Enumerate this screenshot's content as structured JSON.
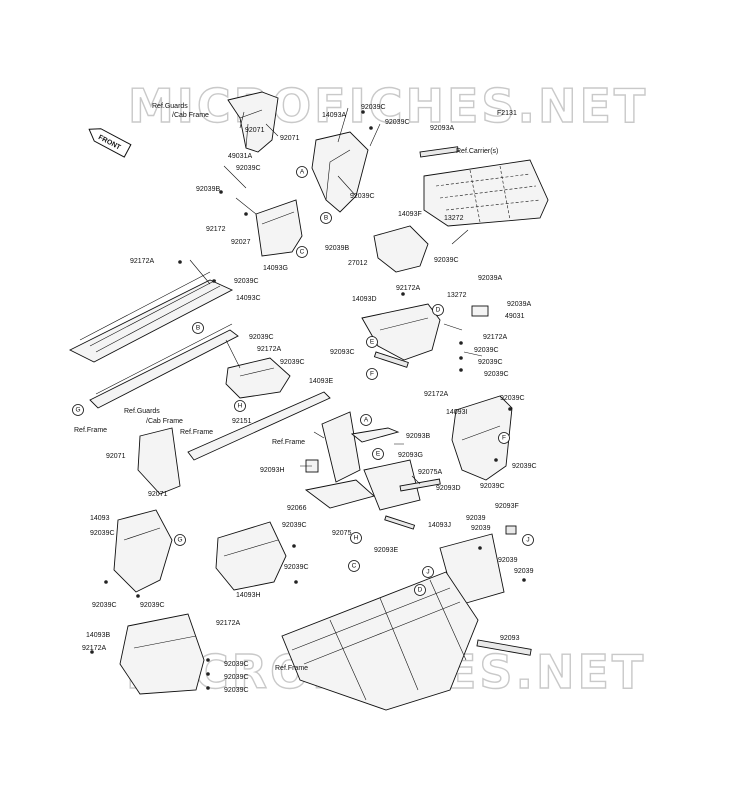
{
  "watermark": "MICROFICHES.NET",
  "front_badge": "FRONT",
  "part_labels": [
    {
      "id": "p1",
      "text": "F2131"
    },
    {
      "id": "p2",
      "text": "14093A"
    },
    {
      "id": "p3",
      "text": "92039C"
    },
    {
      "id": "p4",
      "text": "92039C"
    },
    {
      "id": "p5",
      "text": "92093A"
    },
    {
      "id": "p6",
      "text": "92071"
    },
    {
      "id": "p7",
      "text": "92071"
    },
    {
      "id": "p8",
      "text": "49031A"
    },
    {
      "id": "p9",
      "text": "92039C"
    },
    {
      "id": "p10",
      "text": "92039B"
    },
    {
      "id": "p11",
      "text": "92039C"
    },
    {
      "id": "p12",
      "text": "14093F"
    },
    {
      "id": "p13",
      "text": "13272"
    },
    {
      "id": "p14",
      "text": "92172"
    },
    {
      "id": "p15",
      "text": "92027"
    },
    {
      "id": "p16",
      "text": "92039B"
    },
    {
      "id": "p17",
      "text": "27012"
    },
    {
      "id": "p18",
      "text": "14093G"
    },
    {
      "id": "p19",
      "text": "92039C"
    },
    {
      "id": "p20",
      "text": "92172A"
    },
    {
      "id": "p21",
      "text": "92039C"
    },
    {
      "id": "p22",
      "text": "14093C"
    },
    {
      "id": "p23",
      "text": "92039A"
    },
    {
      "id": "p24",
      "text": "92172A"
    },
    {
      "id": "p25",
      "text": "13272"
    },
    {
      "id": "p26",
      "text": "14093D"
    },
    {
      "id": "p27",
      "text": "92039A"
    },
    {
      "id": "p28",
      "text": "49031"
    },
    {
      "id": "p29",
      "text": "92039C"
    },
    {
      "id": "p30",
      "text": "92172A"
    },
    {
      "id": "p31",
      "text": "92172A"
    },
    {
      "id": "p32",
      "text": "92039C"
    },
    {
      "id": "p33",
      "text": "92039C"
    },
    {
      "id": "p34",
      "text": "92093C"
    },
    {
      "id": "p35",
      "text": "92039C"
    },
    {
      "id": "p36",
      "text": "92039C"
    },
    {
      "id": "p37",
      "text": "14093E"
    },
    {
      "id": "p38",
      "text": "92172A"
    },
    {
      "id": "p39",
      "text": "92151"
    },
    {
      "id": "p40",
      "text": "14093I"
    },
    {
      "id": "p41",
      "text": "92039C"
    },
    {
      "id": "p42",
      "text": "92093B"
    },
    {
      "id": "p43",
      "text": "92071"
    },
    {
      "id": "p44",
      "text": "92093G"
    },
    {
      "id": "p45",
      "text": "92093H"
    },
    {
      "id": "p46",
      "text": "92075A"
    },
    {
      "id": "p47",
      "text": "92039C"
    },
    {
      "id": "p48",
      "text": "92071"
    },
    {
      "id": "p49",
      "text": "92093D"
    },
    {
      "id": "p50",
      "text": "92039C"
    },
    {
      "id": "p51",
      "text": "92066"
    },
    {
      "id": "p52",
      "text": "92093F"
    },
    {
      "id": "p53",
      "text": "14093"
    },
    {
      "id": "p54",
      "text": "92039C"
    },
    {
      "id": "p55",
      "text": "92039"
    },
    {
      "id": "p56",
      "text": "14093J"
    },
    {
      "id": "p57",
      "text": "92039"
    },
    {
      "id": "p58",
      "text": "92075"
    },
    {
      "id": "p59",
      "text": "92039C"
    },
    {
      "id": "p60",
      "text": "92093E"
    },
    {
      "id": "p61",
      "text": "92039"
    },
    {
      "id": "p62",
      "text": "92039C"
    },
    {
      "id": "p63",
      "text": "92039"
    },
    {
      "id": "p64",
      "text": "14093H"
    },
    {
      "id": "p65",
      "text": "92039C"
    },
    {
      "id": "p66",
      "text": "92039C"
    },
    {
      "id": "p67",
      "text": "92172A"
    },
    {
      "id": "p68",
      "text": "14093B"
    },
    {
      "id": "p69",
      "text": "92093"
    },
    {
      "id": "p70",
      "text": "92172A"
    },
    {
      "id": "p71",
      "text": "92039C"
    },
    {
      "id": "p72",
      "text": "92039C"
    },
    {
      "id": "p73",
      "text": "92039C"
    }
  ],
  "references": [
    {
      "id": "r1",
      "text": "Ref.Guards"
    },
    {
      "id": "r2",
      "text": "/Cab Frame"
    },
    {
      "id": "r3",
      "text": "Ref.Carrier(s)"
    },
    {
      "id": "r4",
      "text": "Ref.Guards"
    },
    {
      "id": "r5",
      "text": "/Cab Frame"
    },
    {
      "id": "r6",
      "text": "Ref.Frame"
    },
    {
      "id": "r7",
      "text": "Ref.Frame"
    },
    {
      "id": "r8",
      "text": "Ref.Frame"
    },
    {
      "id": "r9",
      "text": "Ref.Frame"
    }
  ],
  "callouts": [
    {
      "id": "c1",
      "text": "A"
    },
    {
      "id": "c2",
      "text": "B"
    },
    {
      "id": "c3",
      "text": "C"
    },
    {
      "id": "c4",
      "text": "B"
    },
    {
      "id": "c5",
      "text": "D"
    },
    {
      "id": "c6",
      "text": "E"
    },
    {
      "id": "c7",
      "text": "F"
    },
    {
      "id": "c8",
      "text": "G"
    },
    {
      "id": "c9",
      "text": "H"
    },
    {
      "id": "c10",
      "text": "A"
    },
    {
      "id": "c11",
      "text": "E"
    },
    {
      "id": "c12",
      "text": "F"
    },
    {
      "id": "c13",
      "text": "G"
    },
    {
      "id": "c14",
      "text": "H"
    },
    {
      "id": "c15",
      "text": "J"
    },
    {
      "id": "c16",
      "text": "J"
    },
    {
      "id": "c17",
      "text": "C"
    },
    {
      "id": "c18",
      "text": "D"
    }
  ]
}
